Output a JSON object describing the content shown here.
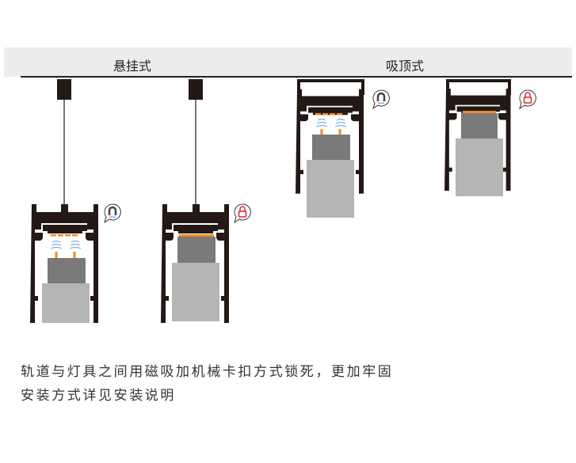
{
  "header": {
    "pendant_label": "悬挂式",
    "ceiling_label": "吸顶式"
  },
  "fixtures": [
    {
      "mount": "pendant",
      "state": "magnet",
      "icon": "magnet-icon"
    },
    {
      "mount": "pendant",
      "state": "locked",
      "icon": "lock-icon"
    },
    {
      "mount": "ceiling",
      "state": "magnet",
      "icon": "magnet-icon"
    },
    {
      "mount": "ceiling",
      "state": "locked",
      "icon": "lock-icon"
    }
  ],
  "description": {
    "line1": "轨道与灯具之间用磁吸加机械卡扣方式锁死，更加牢固",
    "line2": "安装方式详见安装说明"
  },
  "colors": {
    "track": "#231815",
    "accent": "#f08a24",
    "wave": "#7fb2de",
    "lock": "#e0242a",
    "light_body": "#b5b5b5",
    "dark_body": "#7a7a7a"
  }
}
